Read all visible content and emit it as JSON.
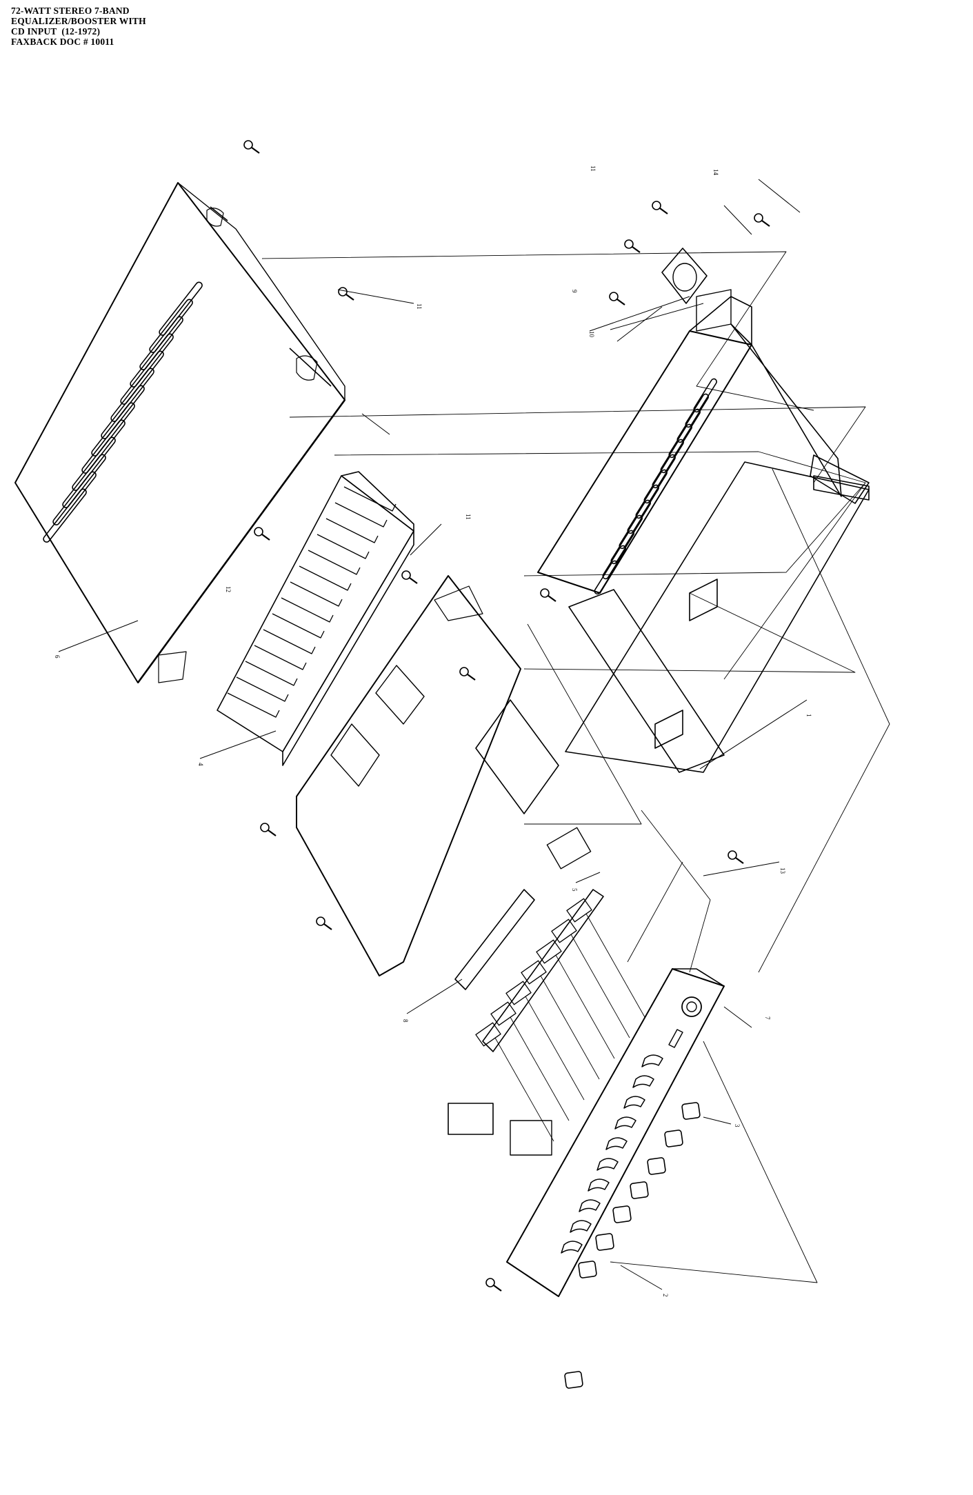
{
  "title": {
    "line1": "72-WATT STEREO 7-BAND",
    "line2": "EQUALIZER/BOOSTER WITH",
    "line3": "CD INPUT  (12-1972)",
    "line4": "FAXBACK DOC # 10011"
  },
  "callouts": {
    "c1": "1",
    "c2": "2",
    "c3": "3",
    "c4": "4",
    "c5": "5",
    "c6": "6",
    "c7": "7",
    "c8": "8",
    "c9": "9",
    "c10": "10",
    "c11a": "11",
    "c11b": "11",
    "c11c": "11",
    "c12": "12",
    "c13": "13",
    "c14": "14"
  },
  "colors": {
    "ink": "#000000",
    "paper": "#ffffff"
  }
}
